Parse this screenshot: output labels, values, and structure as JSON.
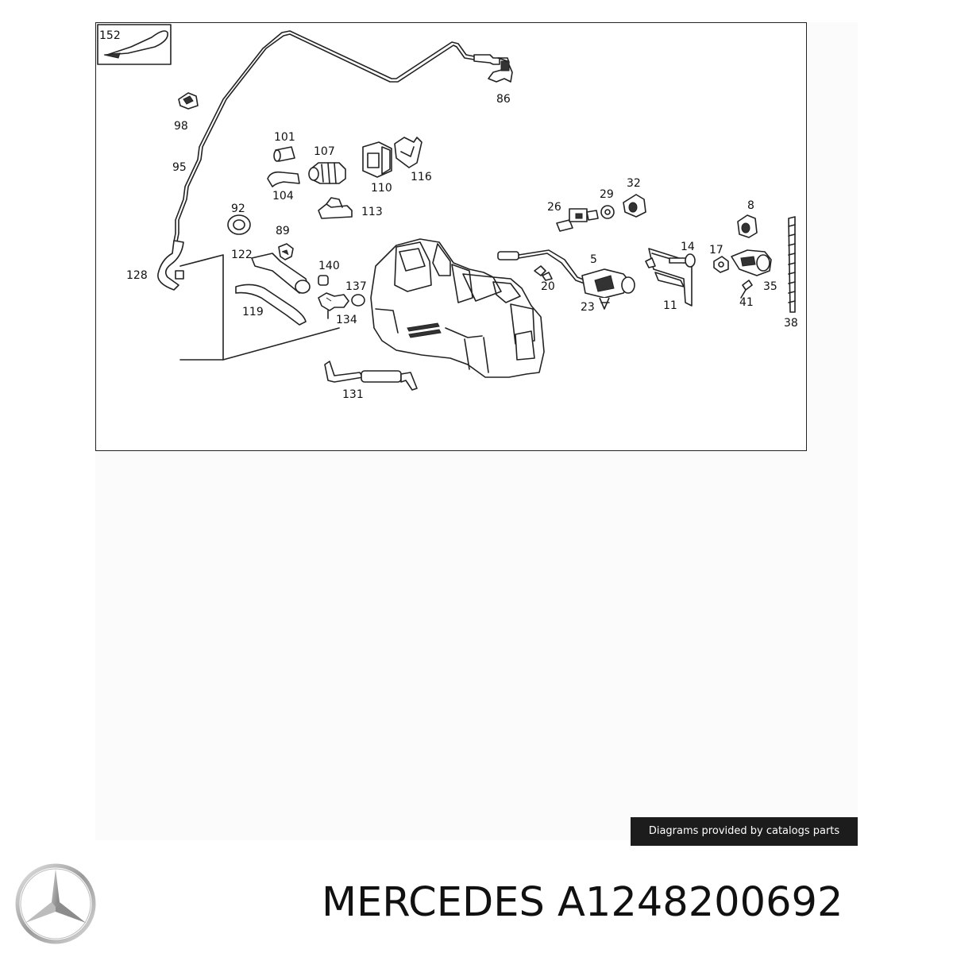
{
  "diagram": {
    "callouts": {
      "c152": "152",
      "c86": "86",
      "c98": "98",
      "c95": "95",
      "c101": "101",
      "c107": "107",
      "c104": "104",
      "c110": "110",
      "c116": "116",
      "c113": "113",
      "c92": "92",
      "c89": "89",
      "c122": "122",
      "c128": "128",
      "c140": "140",
      "c137": "137",
      "c119": "119",
      "c134": "134",
      "c131": "131",
      "c26": "26",
      "c29": "29",
      "c32": "32",
      "c8": "8",
      "c14": "14",
      "c17": "17",
      "c5": "5",
      "c20": "20",
      "c23": "23",
      "c11": "11",
      "c35": "35",
      "c41": "41",
      "c38": "38"
    }
  },
  "credit": "Diagrams provided by catalogs parts",
  "title": {
    "brand": "MERCEDES",
    "part_number": "A1248200692"
  },
  "colors": {
    "frame": "#222222",
    "badge_bg": "#1c1c1c",
    "badge_text": "#ffffff",
    "title_text": "#111111"
  },
  "logo": "mercedes-star-logo"
}
